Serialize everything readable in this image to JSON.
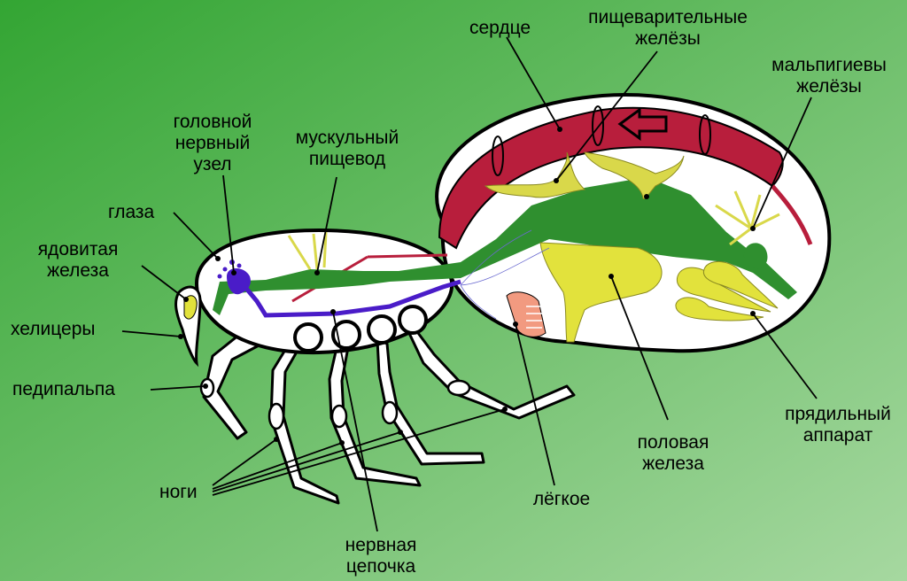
{
  "colors": {
    "background_start": "#33a533",
    "background_end": "#a6d8a0",
    "heart": "#b81e3c",
    "gland": "#d9d84a",
    "gonad": "#e2e23c",
    "gut": "#2f8f2f",
    "nerve": "#4a1cc8",
    "lung": "#f29a80",
    "outline": "#000000",
    "body_fill": "#ffffff"
  },
  "labels": {
    "heart": "сердце",
    "digestive_glands_1": "пищеварительные",
    "digestive_glands_2": "желёзы",
    "malpighian_1": "мальпигиевы",
    "malpighian_2": "желёзы",
    "brain_1": "головной",
    "brain_2": "нервный",
    "brain_3": "узел",
    "esophagus_1": "мускульный",
    "esophagus_2": "пищевод",
    "eyes": "глаза",
    "venom_1": "ядовитая",
    "venom_2": "железа",
    "chelicerae": "хелицеры",
    "pedipalp": "педипальпа",
    "legs": "ноги",
    "nerve_cord_1": "нервная",
    "nerve_cord_2": "цепочка",
    "lung": "лёгкое",
    "gonad_1": "половая",
    "gonad_2": "железа",
    "spinnerets_1": "прядильный",
    "spinnerets_2": "аппарат"
  }
}
